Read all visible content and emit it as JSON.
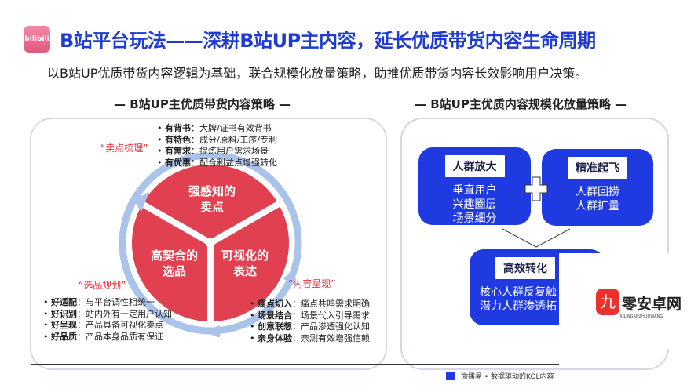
{
  "header": {
    "logo_text": "bilibili",
    "title": "B站平台玩法——深耕B站UP主内容，延长优质带货内容生命周期",
    "subtitle": "以B站UP优质带货内容逻辑为基础，联合规模化放量策略，助推优质带货内容长效影响用户决策。"
  },
  "left": {
    "heading": "— B站UP主优质带货内容策略 —",
    "tags": {
      "top": "“卖点梳理”",
      "left": "“选品规划”",
      "right": "“内容呈现”"
    },
    "segments": [
      {
        "label": "强感知的\n卖点"
      },
      {
        "label": "高契合的\n选品"
      },
      {
        "label": "可视化的\n表达"
      }
    ],
    "top_list": [
      {
        "k": "有背书",
        "v": "大牌/证书有效背书"
      },
      {
        "k": "有特色",
        "v": "成分/原料/工序/专利"
      },
      {
        "k": "有需求",
        "v": "提炼用户需求场景"
      },
      {
        "k": "有优惠",
        "v": "配合利益点增强转化"
      }
    ],
    "left_list": [
      {
        "k": "好适配",
        "v": "与平台调性相统一"
      },
      {
        "k": "好识别",
        "v": "站内外有一定用户认知"
      },
      {
        "k": "好呈现",
        "v": "产品具备可视化卖点"
      },
      {
        "k": "好品质",
        "v": "产品本身品质有保证"
      }
    ],
    "right_list": [
      {
        "k": "痛点切入",
        "v": "痛点共鸣需求明确"
      },
      {
        "k": "场景结合",
        "v": "场景代入引导需求"
      },
      {
        "k": "创意联想",
        "v": "产品渗透强化认知"
      },
      {
        "k": "亲身体验",
        "v": "亲测有效增强信赖"
      }
    ],
    "colors": {
      "pie": "#e0404f",
      "ring": "#a9c3ea"
    }
  },
  "right": {
    "heading": "— B站UP主优质内容规模化放量策略 —",
    "boxes": [
      {
        "title": "人群放大",
        "lines": [
          "垂直用户",
          "兴趣圈层",
          "场景细分"
        ]
      },
      {
        "title": "精准起飞",
        "lines": [
          "人群回捞",
          "人群扩量"
        ]
      },
      {
        "title": "高效转化",
        "lines": [
          "核心人群反复触",
          "潜力人群渗透拓"
        ]
      }
    ],
    "accent": "#1f3ae0"
  },
  "footer": {
    "text": "微播易 • 数据驱动的KOL内容"
  },
  "watermark": {
    "text": "零安卓网",
    "sub": "JIULINGANZHUOWANG"
  }
}
